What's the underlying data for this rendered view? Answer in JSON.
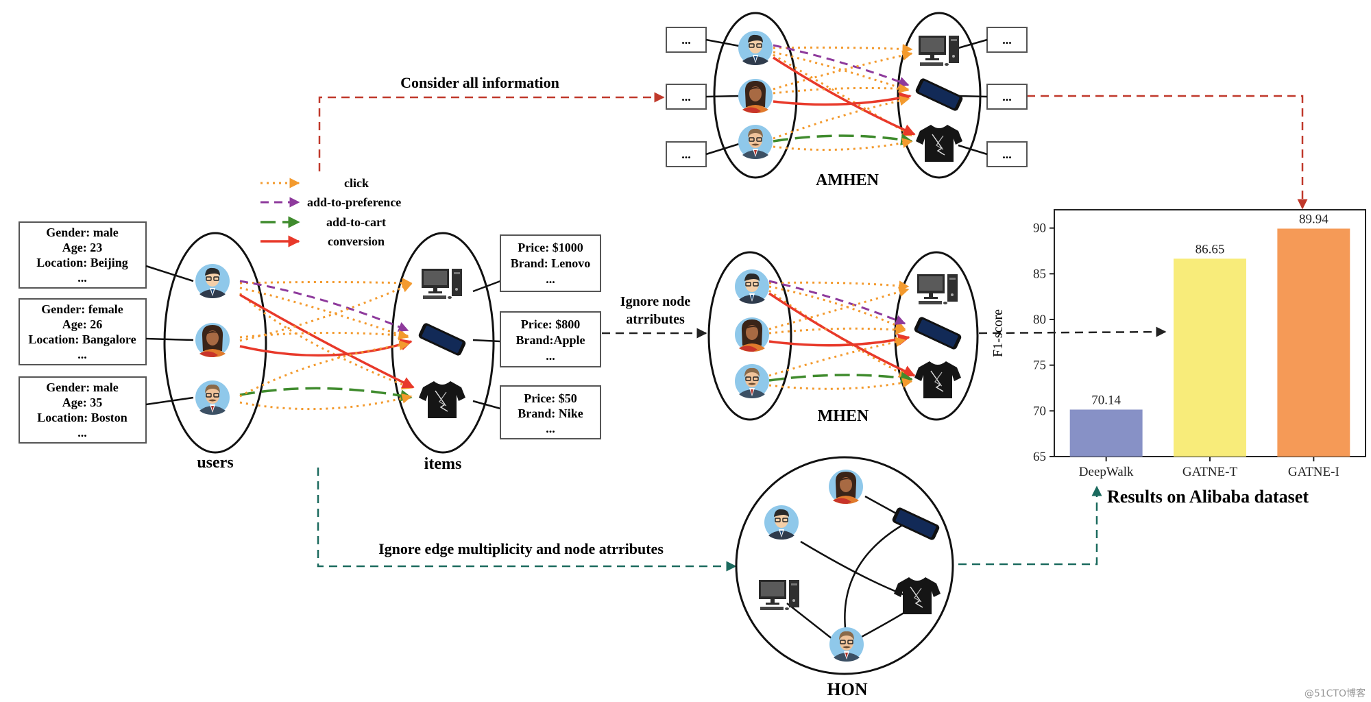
{
  "legend": [
    {
      "label": "click"
    },
    {
      "label": "add-to-preference"
    },
    {
      "label": "add-to-cart"
    },
    {
      "label": "conversion"
    }
  ],
  "users": {
    "label": "users",
    "profiles": [
      {
        "lines": [
          "Gender: male",
          "Age: 23",
          "Location: Beijing",
          "..."
        ]
      },
      {
        "lines": [
          "Gender: female",
          "Age: 26",
          "Location: Bangalore",
          "..."
        ]
      },
      {
        "lines": [
          "Gender: male",
          "Age: 35",
          "Location: Boston",
          "..."
        ]
      }
    ]
  },
  "items": {
    "label": "items",
    "profiles": [
      {
        "lines": [
          "Price: $1000",
          "Brand: Lenovo",
          "..."
        ]
      },
      {
        "lines": [
          "Price: $800",
          "Brand:Apple",
          "..."
        ]
      },
      {
        "lines": [
          "Price: $50",
          "Brand: Nike",
          "..."
        ]
      }
    ]
  },
  "flows": {
    "amhen": "Consider all information",
    "mhen": [
      "Ignore node",
      "atrributes"
    ],
    "hon": "Ignore edge multiplicity and node atrributes"
  },
  "graphs": {
    "amhen": "AMHEN",
    "mhen": "MHEN",
    "hon": "HON",
    "attr_placeholder": "..."
  },
  "chart_data": {
    "type": "bar",
    "title": "Results on Alibaba dataset",
    "xlabel": "",
    "ylabel": "F1-score",
    "categories": [
      "DeepWalk",
      "GATNE-T",
      "GATNE-I"
    ],
    "values": [
      70.14,
      86.65,
      89.94
    ],
    "value_labels": [
      "70.14",
      "86.65",
      "89.94"
    ],
    "colors": [
      "#8791c6",
      "#f8ec7a",
      "#f59a57"
    ],
    "ylim": [
      65,
      92
    ],
    "yticks": [
      65,
      70,
      75,
      80,
      85,
      90
    ],
    "grid": false
  },
  "watermark": "@51CTO博客"
}
